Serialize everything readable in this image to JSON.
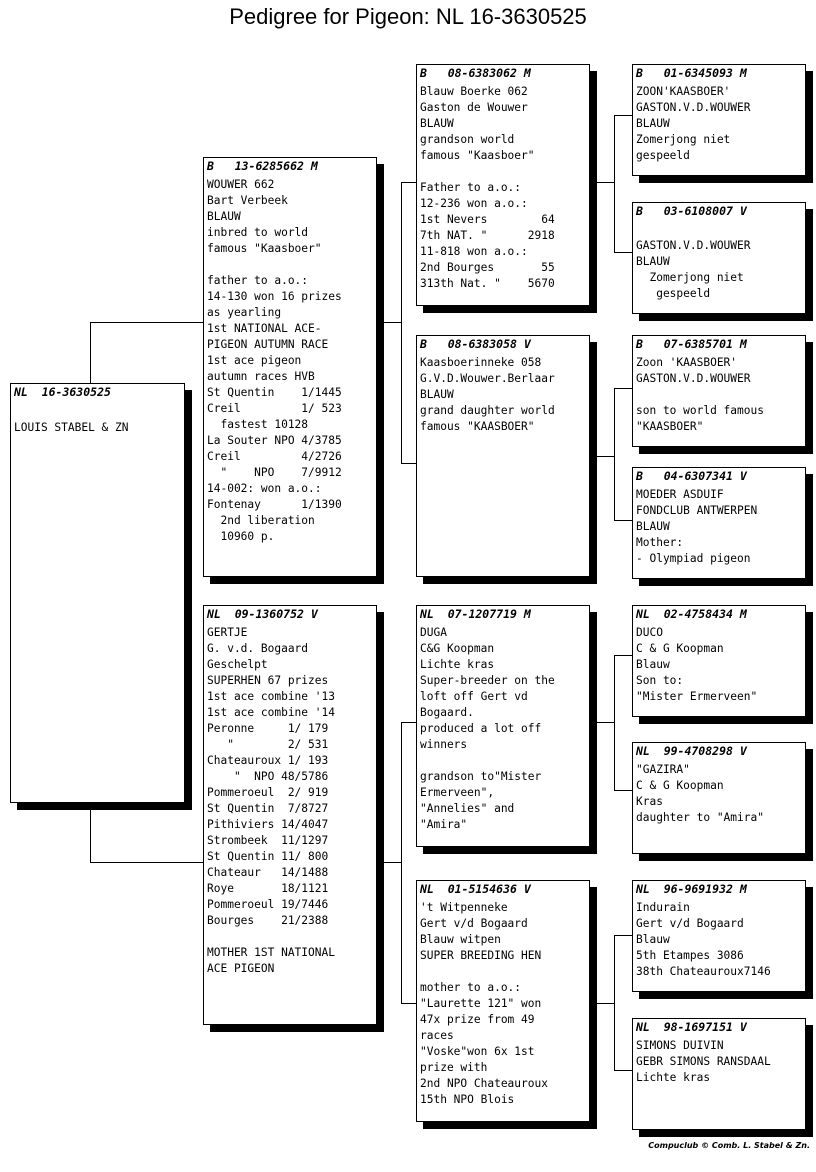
{
  "title": "Pedigree for Pigeon: NL  16-3630525",
  "footer": "Compuclub © Comb. L. Stabel & Zn.",
  "subject": {
    "header": "NL  16-3630525",
    "body": "LOUIS STABEL & ZN"
  },
  "sire": {
    "header": "B   13-6285662 M",
    "body": "WOUWER 662\nBart Verbeek\nBLAUW\ninbred to world\nfamous \"Kaasboer\"\n\nfather to a.o.:\n14-130 won 16 prizes\nas yearling\n1st NATIONAL ACE-\nPIGEON AUTUMN RACE\n1st ace pigeon\nautumn races HVB\nSt Quentin    1/1445\nCreil         1/ 523\n  fastest 10128\nLa Souter NPO 4/3785\nCreil         4/2726\n  \"    NPO    7/9912\n14-002: won a.o.:\nFontenay      1/1390\n  2nd liberation\n  10960 p."
  },
  "dam": {
    "header": "NL  09-1360752 V",
    "body": "GERTJE\nG. v.d. Bogaard\nGeschelpt\nSUPERHEN 67 prizes\n1st ace combine '13\n1st ace combine '14\nPeronne     1/ 179\n   \"        2/ 531\nChateauroux 1/ 193\n    \"  NPO 48/5786\nPommeroeul  2/ 919\nSt Quentin  7/8727\nPithiviers 14/4047\nStrombeek  11/1297\nSt Quentin 11/ 800\nChateaur   14/1488\nRoye       18/1121\nPommeroeul 19/7446\nBourges    21/2388\n\nMOTHER 1ST NATIONAL\nACE PIGEON"
  },
  "sire_sire": {
    "header": "B   08-6383062 M",
    "body": "Blauw Boerke 062\nGaston de Wouwer\nBLAUW\ngrandson world\nfamous \"Kaasboer\"\n\nFather to a.o.:\n12-236 won a.o.:\n1st Nevers        64\n7th NAT. \"      2918\n11-818 won a.o.:\n2nd Bourges       55\n313th Nat. \"    5670"
  },
  "sire_dam": {
    "header": "B   08-6383058 V",
    "body": "Kaasboerinneke 058\nG.V.D.Wouwer.Berlaar\nBLAUW\ngrand daughter world\nfamous \"KAASBOER\""
  },
  "dam_sire": {
    "header": "NL  07-1207719 M",
    "body": "DUGA\nC&G Koopman\nLichte kras\nSuper-breeder on the\nloft off Gert vd\nBogaard.\nproduced a lot off\nwinners\n\ngrandson to\"Mister\nErmerveen\",\n\"Annelies\" and\n\"Amira\""
  },
  "dam_dam": {
    "header": "NL  01-5154636 V",
    "body": "'t Witpenneke\nGert v/d Bogaard\nBlauw witpen\nSUPER BREEDING HEN\n\nmother to a.o.:\n\"Laurette 121\" won\n47x prize from 49\nraces\n\"Voske\"won 6x 1st\nprize with\n2nd NPO Chateauroux\n15th NPO Blois"
  },
  "ss_sire": {
    "header": "B   01-6345093 M",
    "body": "ZOON'KAASBOER'\nGASTON.V.D.WOUWER\nBLAUW\nZomerjong niet\ngespeeld"
  },
  "ss_dam": {
    "header": "B   03-6108007 V",
    "body": "\nGASTON.V.D.WOUWER\nBLAUW\n  Zomerjong niet\n   gespeeld"
  },
  "sd_sire": {
    "header": "B   07-6385701 M",
    "body": "Zoon 'KAASBOER'\nGASTON.V.D.WOUWER\n\nson to world famous\n\"KAASBOER\""
  },
  "sd_dam": {
    "header": "B   04-6307341 V",
    "body": "MOEDER ASDUIF\nFONDCLUB ANTWERPEN\nBLAUW\nMother:\n- Olympiad pigeon"
  },
  "ds_sire": {
    "header": "NL  02-4758434 M",
    "body": "DUCO\nC & G Koopman\nBlauw\nSon to:\n\"Mister Ermerveen\""
  },
  "ds_dam": {
    "header": "NL  99-4708298 V",
    "body": "\"GAZIRA\"\nC & G Koopman\nKras\ndaughter to \"Amira\""
  },
  "dd_sire": {
    "header": "NL  96-9691932 M",
    "body": "Indurain\nGert v/d Bogaard\nBlauw\n5th Etampes 3086\n38th Chateauroux7146"
  },
  "dd_dam": {
    "header": "NL  98-1697151 V",
    "body": "SIMONS DUIVIN\nGEBR SIMONS RANSDAAL\nLichte kras"
  }
}
